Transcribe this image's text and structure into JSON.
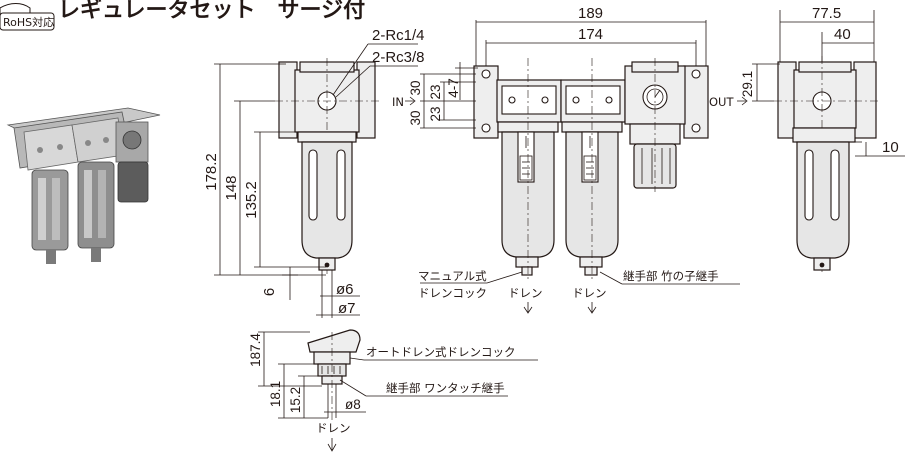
{
  "header": {
    "title": "レギュレータセット　サージ付",
    "badge": "RoHS対応"
  },
  "front_view": {
    "port_labels": [
      "2-Rc1/4",
      "2-Rc3/8"
    ],
    "dim_overall_height": "178.2",
    "dim_148": "148",
    "dim_135": "135.2",
    "dim_6": "6",
    "dim_phi6": "ø6",
    "dim_phi7": "ø7"
  },
  "center_view": {
    "dim_189": "189",
    "dim_174": "174",
    "dim_30_top": "30",
    "dim_23_top": "23",
    "dim_4_7": "4-7",
    "dim_30_bottom": "30",
    "dim_23_bottom": "23",
    "in_label": "IN",
    "out_label": "OUT",
    "manual_drain_line1": "マニュアル式",
    "manual_drain_line2": "ドレンコック",
    "drain_a": "ドレン",
    "drain_b": "ドレン",
    "fitting_label": "継手部 竹の子継手"
  },
  "side_view": {
    "dim_77_5": "77.5",
    "dim_40": "40",
    "dim_29_1": "29.1",
    "dim_10": "10"
  },
  "auto_drain": {
    "dim_187_4": "187.4",
    "dim_18_1": "18.1",
    "dim_15_2": "15.2",
    "dim_phi8": "ø8",
    "auto_drain_label": "オートドレン式ドレンコック",
    "fitting_label": "継手部 ワンタッチ継手",
    "drain_label": "ドレン"
  }
}
